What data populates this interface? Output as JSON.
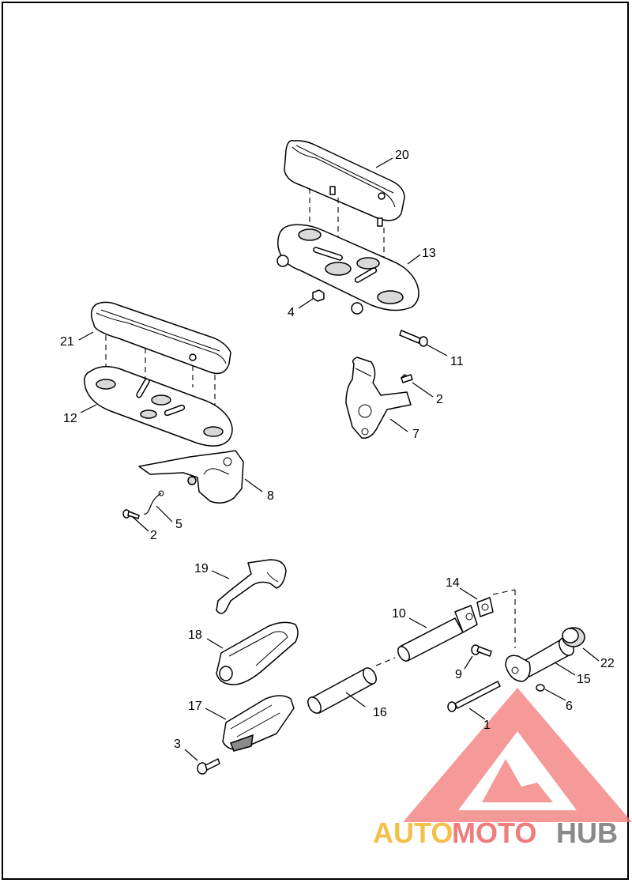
{
  "callouts": {
    "c20": "20",
    "c13": "13",
    "c4": "4",
    "c11": "11",
    "c2a": "2",
    "c7": "7",
    "c21": "21",
    "c12": "12",
    "c8": "8",
    "c5": "5",
    "c2b": "2",
    "c19": "19",
    "c14": "14",
    "c10": "10",
    "c18": "18",
    "c22": "22",
    "c9": "9",
    "c15": "15",
    "c17": "17",
    "c16": "16",
    "c6": "6",
    "c3": "3",
    "c1": "1"
  },
  "watermark": {
    "text_auto": "AUTO",
    "text_moto": "MOTO",
    "text_hub": "HUB",
    "color_auto": "#f5c04a",
    "color_moto": "#f07c7c",
    "color_hub": "#8a8a8a",
    "triangle_color": "#f27777"
  }
}
